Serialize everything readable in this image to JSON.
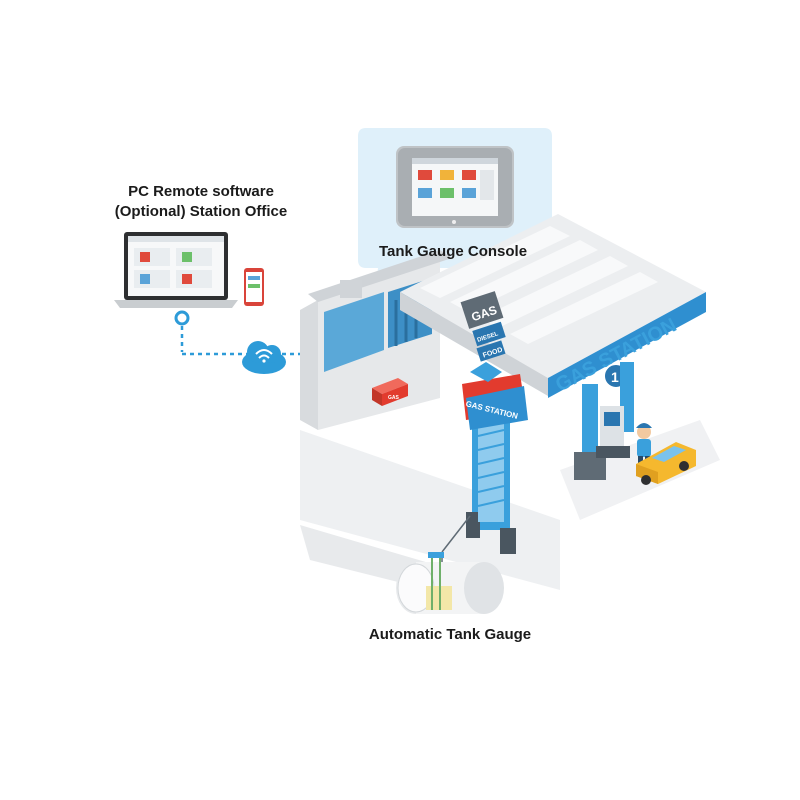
{
  "labels": {
    "pc_remote_line1": "PC Remote software",
    "pc_remote_line2": "(Optional) Station Office",
    "console": "Tank Gauge Console",
    "atg": "Automatic Tank Gauge"
  },
  "signage": {
    "canopy": "GAS STATION",
    "pylon": "GAS STATION",
    "sign_top": "GAS",
    "sign_mid": "DIESEL",
    "sign_bottom": "FOOD",
    "pump_number": "1",
    "kiosk": "GAS"
  },
  "colors": {
    "station_blue": "#3aa0dc",
    "accent_red": "#e23b2e",
    "building_gray": "#e6e8ea",
    "bubble": "#dff0fa",
    "link": "#2d9bd8",
    "car": "#f5b82e",
    "fuel": "#f3e7a8"
  },
  "icons": [
    "laptop-icon",
    "phone-icon",
    "cloud-wifi-icon",
    "location-pin-icon",
    "tank-gauge-console-icon",
    "fuel-tank-icon",
    "attendant-icon",
    "car-icon"
  ]
}
